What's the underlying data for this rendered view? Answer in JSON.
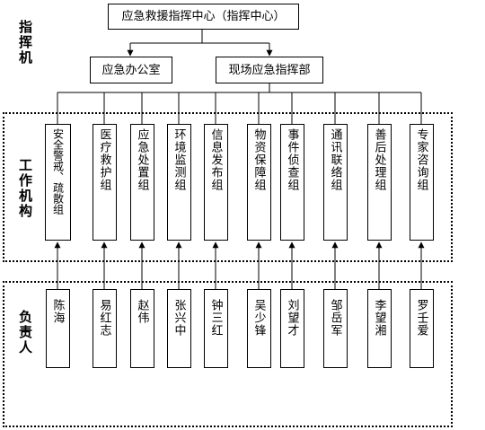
{
  "top": {
    "label": "应急救援指挥中心（指挥中心）"
  },
  "office": {
    "label": "应急办公室"
  },
  "onsite": {
    "label": "现场应急指挥部"
  },
  "side_labels": {
    "command": "指挥机",
    "working": "工作机构",
    "responsible": "负责人"
  },
  "groups": [
    {
      "name": "安全警戒、疏散组",
      "person": "陈海"
    },
    {
      "name": "医疗救护组",
      "person": "易红志"
    },
    {
      "name": "应急处置组",
      "person": "赵伟"
    },
    {
      "name": "环境监测组",
      "person": "张兴中"
    },
    {
      "name": "信息发布组",
      "person": "钟三红"
    },
    {
      "name": "物资保障组",
      "person": "吴少锋"
    },
    {
      "name": "事件侦查组",
      "person": "刘望才"
    },
    {
      "name": "通讯联络组",
      "person": "邹岳军"
    },
    {
      "name": "善后处理组",
      "person": "李望湘"
    },
    {
      "name": "专家咨询组",
      "person": "罗壬爱"
    }
  ]
}
